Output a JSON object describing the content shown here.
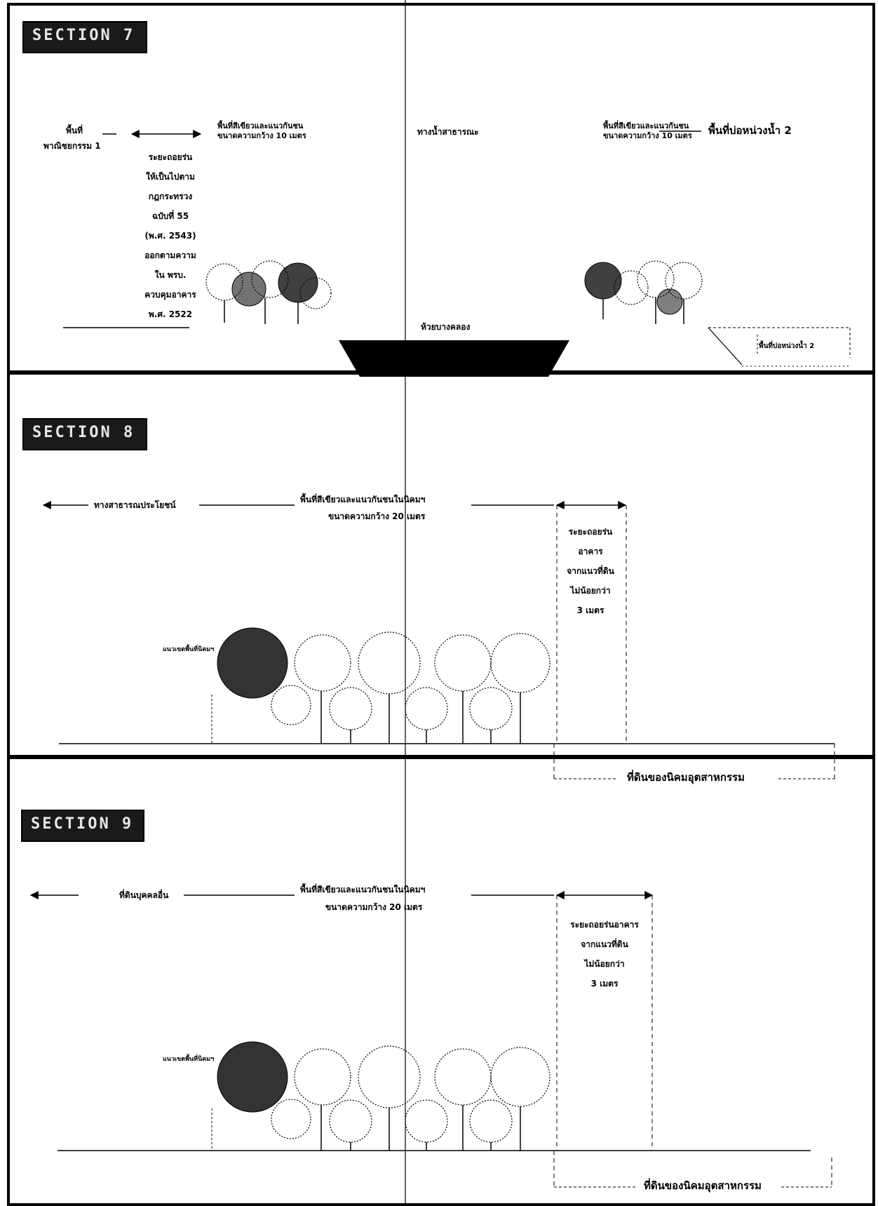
{
  "section1": {
    "title": "SECTION 7",
    "commercial_area": "พื้นที่",
    "commercial_area_2": "พาณิชยกรรม 1",
    "setback_text": [
      "ระยะถอยร่น",
      "ให้เป็นไปตาม",
      "กฎกระทรวง",
      "ฉบับที่ 55",
      "(พ.ศ. 2543)",
      "ออกตามความ",
      "ใน พรบ.",
      "ควบคุมอาคาร",
      "พ.ศ. 2522"
    ],
    "green_left_1": "พื้นที่สีเขียวและแนวกันชน",
    "green_left_2": "ขนาดความกว้าง 10 เมตร",
    "public_waterway": "ทางน้ำสาธารณะ",
    "green_right_1": "พื้นที่สีเขียวและแนวกันชน",
    "green_right_2": "ขนาดความกว้าง 10 เมตร",
    "pond_area": "พื้นที่บ่อหน่วงน้ำ 2",
    "canal": "ห้วยบางคลอง",
    "pond_small": "พื้นที่บ่อหน่วงน้ำ 2"
  },
  "section2": {
    "title": "SECTION 8",
    "public_utility": "ทางสาธารณประโยชน์",
    "green_1": "พื้นที่สีเขียวและแนวกันชนในนิคมฯ",
    "green_2": "ขนาดความกว้าง 20 เมตร",
    "setback": [
      "ระยะถอยร่น",
      "อาคาร",
      "จากแนวที่ดิน",
      "ไม่น้อยกว่า",
      "3 เมตร"
    ],
    "boundary_note": "แนวเขตพื้นที่นิคมฯ",
    "estate_land": "ที่ดินของนิคมอุตสาหกรรม"
  },
  "section3": {
    "title": "SECTION 9",
    "other_land": "ที่ดินบุคคลอื่น",
    "green_1": "พื้นที่สีเขียวและแนวกันชนในนิคมฯ",
    "green_2": "ขนาดความกว้าง 20 เมตร",
    "setback": [
      "ระยะถอยร่นอาคาร",
      "จากแนวที่ดิน",
      "ไม่น้อยกว่า",
      "3 เมตร"
    ],
    "boundary_note": "แนวเขตพื้นที่นิคมฯ",
    "estate_land": "ที่ดินของนิคมอุตสาหกรรม"
  }
}
